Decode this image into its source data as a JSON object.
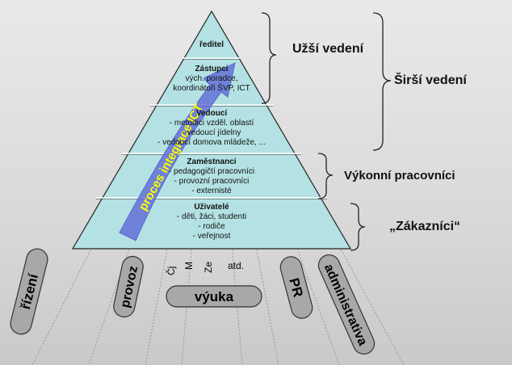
{
  "levels": [
    {
      "title": "ředitel",
      "items": []
    },
    {
      "title": "Zástupci",
      "items": [
        "vých. poradce,",
        "koordinátoři ŠVP, ICT"
      ]
    },
    {
      "title": "Vedoucí",
      "items": [
        "- metodici vzděl. oblastí",
        "- vedoucí jídelny",
        "- vedoucí domova mládeže, ..."
      ]
    },
    {
      "title": "Zaměstnanci",
      "items": [
        "- pedagogičtí pracovníci",
        "- provozní pracovníci",
        "- externisté"
      ]
    },
    {
      "title": "Uživatelé",
      "items": [
        "- děti, žáci, studenti",
        "- rodiče",
        "- veřejnost"
      ]
    }
  ],
  "arrow_label": "proces integrace ICT",
  "groups": {
    "uzsi": "Užší vedení",
    "sirsi": "Širší vedení",
    "vykonni": "Výkonní pracovníci",
    "zakaznici": "„Zákazníci“"
  },
  "pillars": [
    "řízení",
    "provoz",
    "výuka",
    "PR",
    "administrativa"
  ],
  "subjects": [
    "Čj",
    "M",
    "Ze",
    "atd."
  ],
  "colors": {
    "pyramid": "#b4e2e4",
    "arrow": "#5b67d4",
    "arrow_text": "#ffff00",
    "pillar": "#a8a8a8",
    "outline": "#222222"
  }
}
